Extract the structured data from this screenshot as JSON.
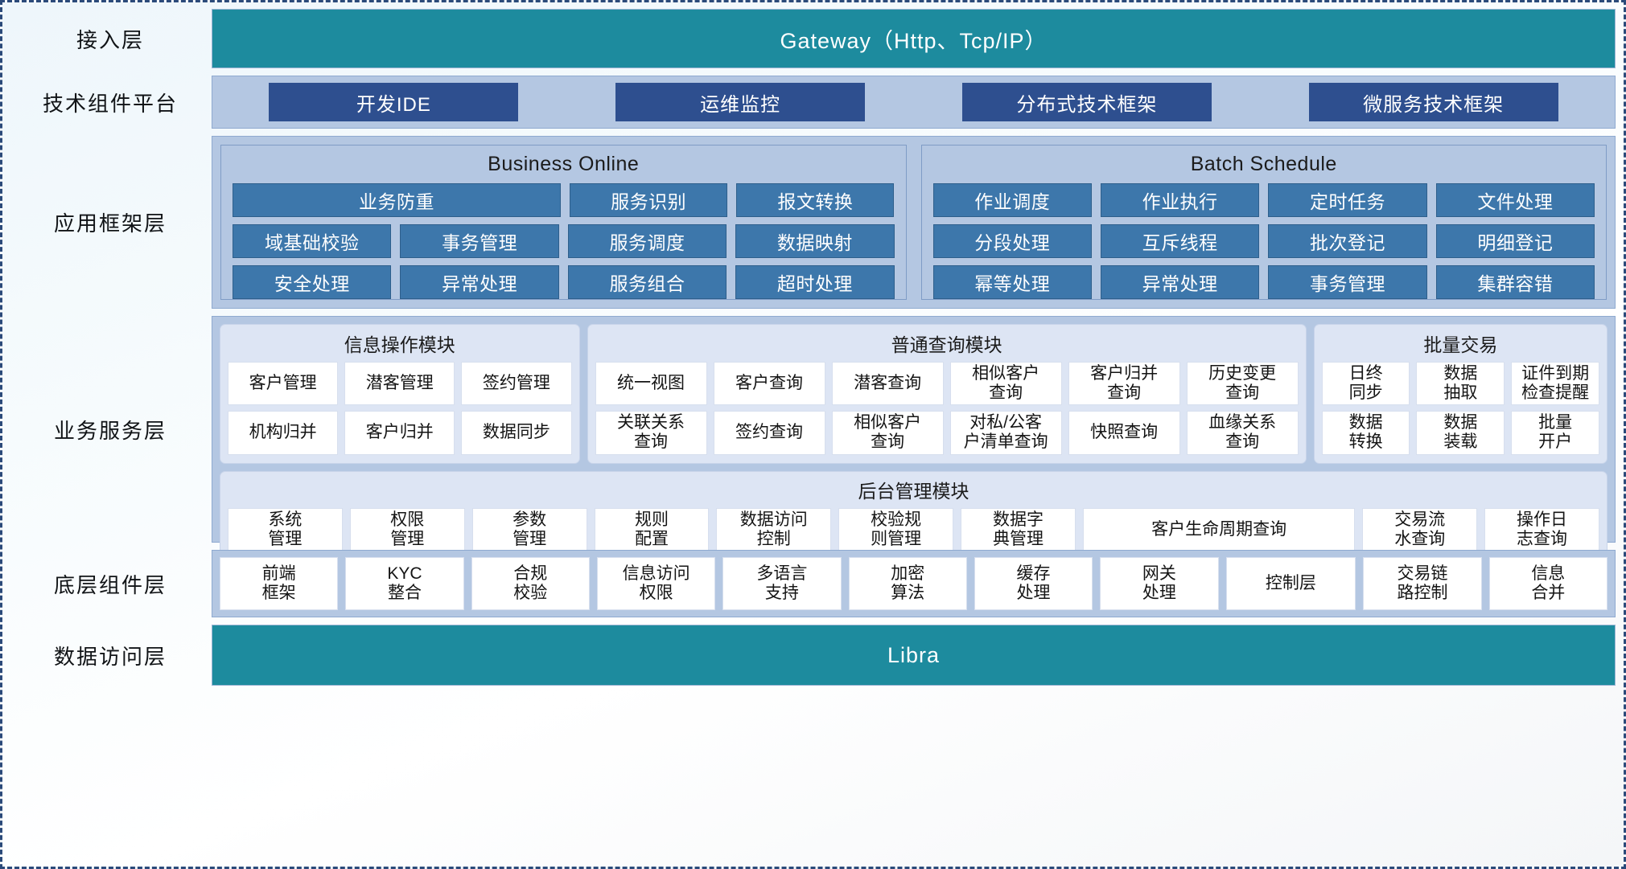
{
  "layers": [
    {
      "id": "access",
      "label": "接入层"
    },
    {
      "id": "tech",
      "label": "技术组件平台"
    },
    {
      "id": "appframe",
      "label": "应用框架层"
    },
    {
      "id": "bizsvc",
      "label": "业务服务层"
    },
    {
      "id": "basecomp",
      "label": "底层组件层"
    },
    {
      "id": "dataacc",
      "label": "数据访问层"
    }
  ],
  "colors": {
    "teal_bar": "#1d8b9e",
    "panel_blue": "#b4c7e2",
    "chip_dark_blue": "#2e4f8f",
    "cell_blue": "#3d77ab",
    "module_bg": "#dde5f4",
    "border_dashed": "#2b4a7a",
    "white_cell": "#ffffff"
  },
  "access_layer": {
    "bar_label": "Gateway（Http、Tcp/IP）"
  },
  "tech_platform": {
    "items": [
      {
        "label": "开发IDE"
      },
      {
        "label": "运维监控"
      },
      {
        "label": "分布式技术框架"
      },
      {
        "label": "微服务技术框架"
      }
    ]
  },
  "app_framework": {
    "groups": [
      {
        "title": "Business Online",
        "rows": [
          [
            {
              "label": "业务防重",
              "span": 2
            },
            {
              "label": "服务识别",
              "span": 1
            },
            {
              "label": "报文转换",
              "span": 1
            }
          ],
          [
            {
              "label": "域基础校验",
              "span": 1
            },
            {
              "label": "事务管理",
              "span": 1
            },
            {
              "label": "服务调度",
              "span": 1
            },
            {
              "label": "数据映射",
              "span": 1
            }
          ],
          [
            {
              "label": "安全处理",
              "span": 1
            },
            {
              "label": "异常处理",
              "span": 1
            },
            {
              "label": "服务组合",
              "span": 1
            },
            {
              "label": "超时处理",
              "span": 1
            }
          ]
        ]
      },
      {
        "title": "Batch Schedule",
        "rows": [
          [
            {
              "label": "作业调度",
              "span": 1
            },
            {
              "label": "作业执行",
              "span": 1
            },
            {
              "label": "定时任务",
              "span": 1
            },
            {
              "label": "文件处理",
              "span": 1
            }
          ],
          [
            {
              "label": "分段处理",
              "span": 1
            },
            {
              "label": "互斥线程",
              "span": 1
            },
            {
              "label": "批次登记",
              "span": 1
            },
            {
              "label": "明细登记",
              "span": 1
            }
          ],
          [
            {
              "label": "幂等处理",
              "span": 1
            },
            {
              "label": "异常处理",
              "span": 1
            },
            {
              "label": "事务管理",
              "span": 1
            },
            {
              "label": "集群容错",
              "span": 1
            }
          ]
        ]
      }
    ]
  },
  "business_service": {
    "modules": [
      {
        "title": "信息操作模块",
        "width_flex": 3.12,
        "rows": [
          [
            "客户管理",
            "潜客管理",
            "签约管理"
          ],
          [
            "机构归并",
            "客户归并",
            "数据同步"
          ]
        ]
      },
      {
        "title": "普通查询模块",
        "width_flex": 6.38,
        "rows": [
          [
            "统一视图",
            "客户查询",
            "潜客查询",
            "相似客户\n查询",
            "客户归并\n查询",
            "历史变更\n查询"
          ],
          [
            "关联关系\n查询",
            "签约查询",
            "相似客户\n查询",
            "对私/公客\n户清单查询",
            "快照查询",
            "血缘关系\n查询"
          ]
        ]
      },
      {
        "title": "批量交易",
        "width_flex": 2.52,
        "rows": [
          [
            "日终\n同步",
            "数据\n抽取",
            "证件到期\n检查提醒"
          ],
          [
            "数据\n转换",
            "数据\n装载",
            "批量\n开户"
          ]
        ]
      }
    ],
    "backend_module": {
      "title": "后台管理模块",
      "cells": [
        {
          "label": "系统\n管理",
          "flex": 1
        },
        {
          "label": "权限\n管理",
          "flex": 1
        },
        {
          "label": "参数\n管理",
          "flex": 1
        },
        {
          "label": "规则\n配置",
          "flex": 1
        },
        {
          "label": "数据访问\n控制",
          "flex": 1
        },
        {
          "label": "校验规\n则管理",
          "flex": 1
        },
        {
          "label": "数据字\n典管理",
          "flex": 1
        },
        {
          "label": "客户生命周期查询",
          "flex": 2.45
        },
        {
          "label": "交易流\n水查询",
          "flex": 1
        },
        {
          "label": "操作日\n志查询",
          "flex": 1
        }
      ]
    }
  },
  "base_components": {
    "items": [
      {
        "label": "前端\n框架",
        "flex": 1
      },
      {
        "label": "KYC\n整合",
        "flex": 1
      },
      {
        "label": "合规\n校验",
        "flex": 1
      },
      {
        "label": "信息访问\n权限",
        "flex": 1
      },
      {
        "label": "多语言\n支持",
        "flex": 1
      },
      {
        "label": "加密\n算法",
        "flex": 1
      },
      {
        "label": "缓存\n处理",
        "flex": 1
      },
      {
        "label": "网关\n处理",
        "flex": 1
      },
      {
        "label": "控制层",
        "flex": 1.1
      },
      {
        "label": "交易链\n路控制",
        "flex": 1
      },
      {
        "label": "信息\n合并",
        "flex": 1
      }
    ]
  },
  "data_access": {
    "bar_label": "Libra"
  }
}
